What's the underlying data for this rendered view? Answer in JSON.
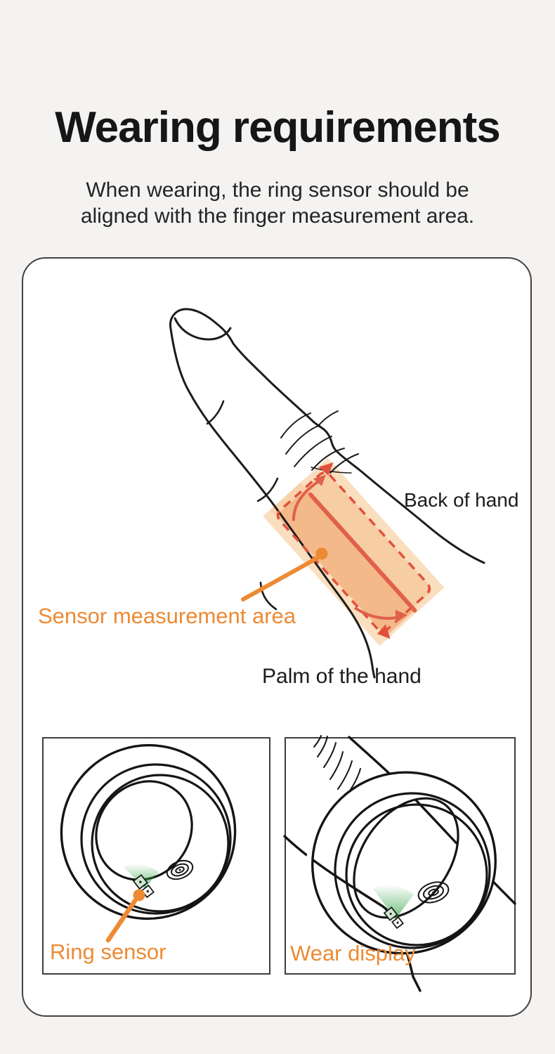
{
  "header": {
    "title": "Wearing requirements",
    "subtitle_line1": "When wearing, the ring sensor should be",
    "subtitle_line2": "aligned with the finger measurement area."
  },
  "diagram": {
    "back_of_hand_label": "Back of hand",
    "sensor_area_label": "Sensor measurement area",
    "palm_label": "Palm of the hand"
  },
  "panels": {
    "ring_sensor_label": "Ring sensor",
    "wear_display_label": "Wear display"
  },
  "colors": {
    "page_background": "#f4f3f2",
    "card_background": "#ffffff",
    "ink_outline": "#1c1c1c",
    "accent_orange": "#ED8A33",
    "band_fill_dark": "#F3B988",
    "band_fill_light": "#FADFBF",
    "band_dashed_outline": "#E2503C",
    "band_solid_line": "#E0604A",
    "sensor_glow_green": "#2EA043"
  }
}
